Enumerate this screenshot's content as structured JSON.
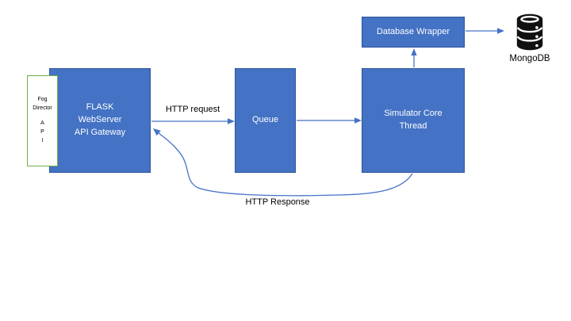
{
  "colors": {
    "box_fill": "#4472C4",
    "box_border": "#2F5597",
    "fog_fill": "#FFFFFF",
    "fog_border": "#70AD47",
    "arrow": "#4472C4",
    "box_text": "#FFFFFF",
    "label_text": "#000000",
    "mongo_icon": "#111111"
  },
  "nodes": {
    "fog_director": {
      "lines": [
        "Fog",
        "Director"
      ],
      "letters": [
        "A",
        "P",
        "I"
      ]
    },
    "flask": {
      "lines": [
        "FLASK",
        "WebServer",
        "API Gateway"
      ]
    },
    "queue": {
      "label": "Queue"
    },
    "simulator": {
      "lines": [
        "Simulator Core",
        "Thread"
      ]
    },
    "database_wrapper": {
      "label": "Database Wrapper"
    },
    "mongodb": {
      "label": "MongoDB"
    }
  },
  "edges": {
    "http_request": {
      "label": "HTTP request",
      "from": "flask",
      "to": "queue"
    },
    "queue_to_simulator": {
      "label": "",
      "from": "queue",
      "to": "simulator"
    },
    "simulator_to_db_wrapper": {
      "label": "",
      "from": "simulator",
      "to": "database_wrapper"
    },
    "db_wrapper_to_mongodb": {
      "label": "",
      "from": "database_wrapper",
      "to": "mongodb"
    },
    "http_response": {
      "label": "HTTP Response",
      "from": "simulator",
      "to": "flask"
    }
  }
}
